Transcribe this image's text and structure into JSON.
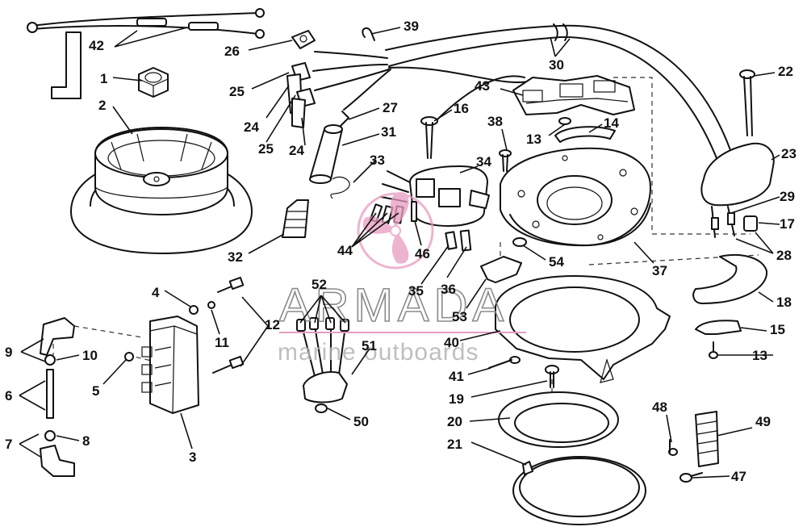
{
  "watermark": {
    "brand": "ARMADA",
    "tagline": "marine outboards",
    "accent_color": "#e79bc1"
  },
  "callouts": [
    {
      "id": "c42",
      "text": "42"
    },
    {
      "id": "c1",
      "text": "1"
    },
    {
      "id": "c2",
      "text": "2"
    },
    {
      "id": "c26",
      "text": "26"
    },
    {
      "id": "c39",
      "text": "39"
    },
    {
      "id": "c30",
      "text": "30"
    },
    {
      "id": "c25a",
      "text": "25"
    },
    {
      "id": "c24a",
      "text": "24"
    },
    {
      "id": "c25b",
      "text": "25"
    },
    {
      "id": "c24b",
      "text": "24"
    },
    {
      "id": "c27",
      "text": "27"
    },
    {
      "id": "c31",
      "text": "31"
    },
    {
      "id": "c33",
      "text": "33"
    },
    {
      "id": "c16",
      "text": "16"
    },
    {
      "id": "c43",
      "text": "43"
    },
    {
      "id": "c38",
      "text": "38"
    },
    {
      "id": "c14",
      "text": "14"
    },
    {
      "id": "c13a",
      "text": "13"
    },
    {
      "id": "c34",
      "text": "34"
    },
    {
      "id": "c22",
      "text": "22"
    },
    {
      "id": "c23",
      "text": "23"
    },
    {
      "id": "c29",
      "text": "29"
    },
    {
      "id": "c17",
      "text": "17"
    },
    {
      "id": "c28",
      "text": "28"
    },
    {
      "id": "c32",
      "text": "32"
    },
    {
      "id": "c44",
      "text": "44"
    },
    {
      "id": "c46",
      "text": "46"
    },
    {
      "id": "c54",
      "text": "54"
    },
    {
      "id": "c37",
      "text": "37"
    },
    {
      "id": "c35",
      "text": "35"
    },
    {
      "id": "c36",
      "text": "36"
    },
    {
      "id": "c18",
      "text": "18"
    },
    {
      "id": "c52",
      "text": "52"
    },
    {
      "id": "c4",
      "text": "4"
    },
    {
      "id": "c12",
      "text": "12"
    },
    {
      "id": "c11",
      "text": "11"
    },
    {
      "id": "c53",
      "text": "53"
    },
    {
      "id": "c15",
      "text": "15"
    },
    {
      "id": "c40",
      "text": "40"
    },
    {
      "id": "c51",
      "text": "51"
    },
    {
      "id": "c9",
      "text": "9"
    },
    {
      "id": "c10",
      "text": "10"
    },
    {
      "id": "c13b",
      "text": "13"
    },
    {
      "id": "c41",
      "text": "41"
    },
    {
      "id": "c5",
      "text": "5"
    },
    {
      "id": "c6",
      "text": "6"
    },
    {
      "id": "c19",
      "text": "19"
    },
    {
      "id": "c48",
      "text": "48"
    },
    {
      "id": "c49",
      "text": "49"
    },
    {
      "id": "c50",
      "text": "50"
    },
    {
      "id": "c20",
      "text": "20"
    },
    {
      "id": "c3",
      "text": "3"
    },
    {
      "id": "c7",
      "text": "7"
    },
    {
      "id": "c8",
      "text": "8"
    },
    {
      "id": "c21",
      "text": "21"
    },
    {
      "id": "c47",
      "text": "47"
    }
  ]
}
